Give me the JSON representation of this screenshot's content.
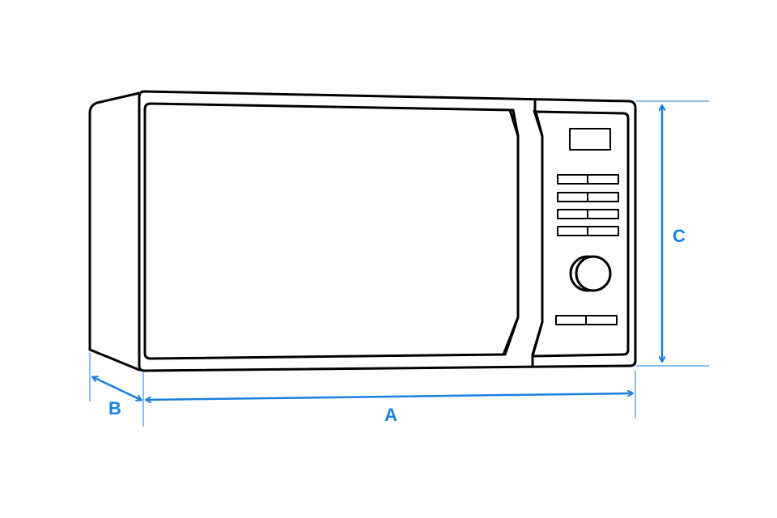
{
  "colors": {
    "dimension": "#1a7fe0",
    "outline": "#000000",
    "background": "#ffffff"
  },
  "dimensions": {
    "width_label": "A",
    "depth_label": "B",
    "height_label": "C"
  },
  "icons": [
    "microwave-oven",
    "dimension-arrow"
  ]
}
